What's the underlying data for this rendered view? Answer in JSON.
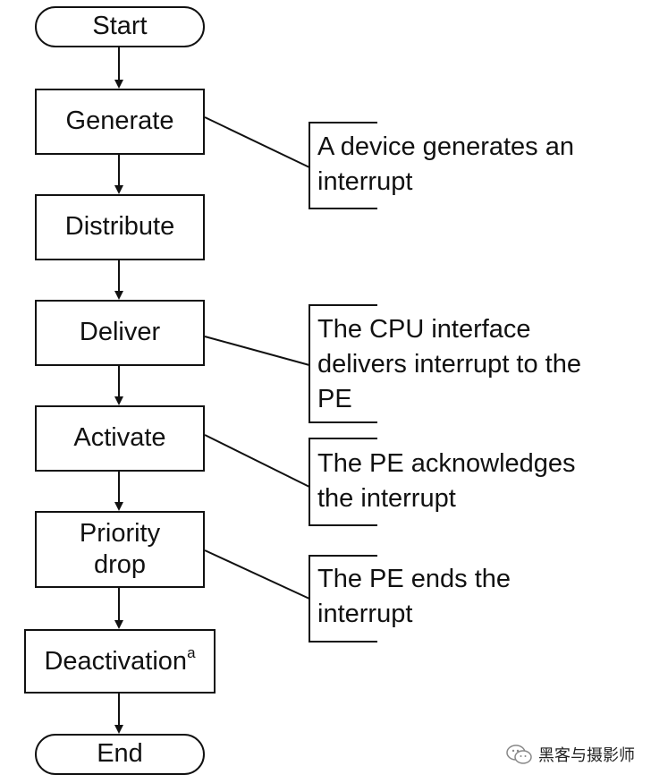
{
  "flow": {
    "start": "Start",
    "generate": "Generate",
    "distribute": "Distribute",
    "deliver": "Deliver",
    "activate": "Activate",
    "priority_drop": [
      "Priority",
      "drop"
    ],
    "deactivation": "Deactivation",
    "deactivation_sup": "a",
    "end": "End"
  },
  "notes": {
    "generate": [
      "A device generates an",
      "interrupt"
    ],
    "deliver": [
      "The CPU interface",
      "delivers interrupt to the",
      "PE"
    ],
    "activate": [
      "The PE acknowledges",
      "the interrupt"
    ],
    "priority_drop": [
      "The PE ends the",
      "interrupt"
    ]
  },
  "watermark": {
    "icon": "wechat-icon",
    "text": "黑客与摄影师"
  }
}
